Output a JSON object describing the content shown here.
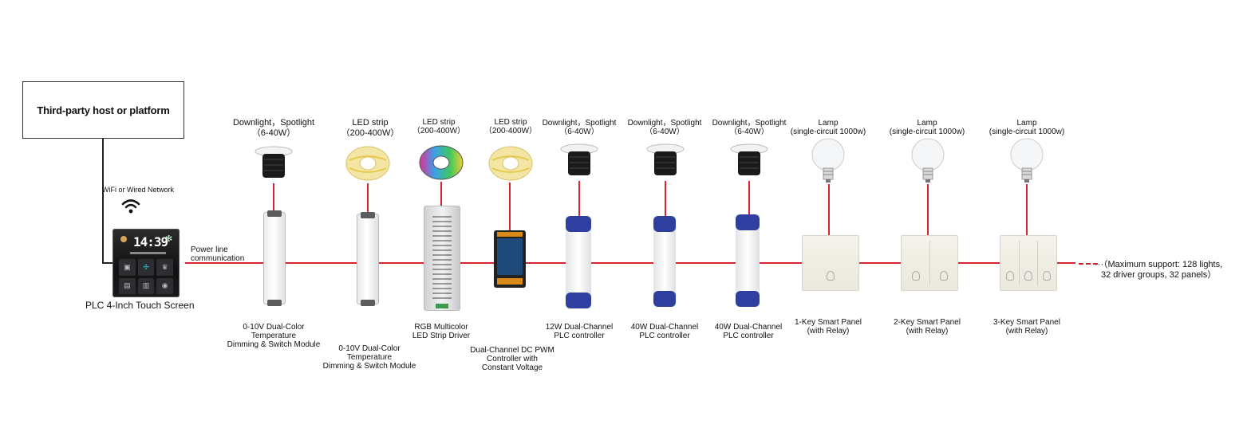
{
  "host": {
    "title": "Third-party host or platform"
  },
  "network": {
    "label": "WiFi or Wired Network",
    "icon": "wifi-icon"
  },
  "touch_screen": {
    "label": "PLC 4-Inch Touch Screen",
    "clock": "14:39"
  },
  "bus": {
    "label_line1": "Power line",
    "label_line2": "communication",
    "color": "#d9232e"
  },
  "devices": [
    {
      "id": "d1",
      "load": [
        "Downlight，Spotlight",
        "（6-40W）"
      ],
      "driver": [
        "0-10V Dual-Color",
        "Temperature",
        "Dimming & Switch Module"
      ]
    },
    {
      "id": "d2",
      "load": [
        "LED strip",
        "（200-400W）"
      ],
      "driver": [
        "0-10V Dual-Color",
        "Temperature",
        "Dimming & Switch Module"
      ]
    },
    {
      "id": "d3",
      "load": [
        "LED strip",
        "（200-400W）"
      ],
      "driver": [
        "RGB Multicolor",
        "LED Strip Driver"
      ]
    },
    {
      "id": "d4",
      "load": [
        "LED strip",
        "（200-400W）"
      ],
      "driver": [
        "Dual-Channel DC PWM",
        "Controller with",
        "Constant Voltage"
      ]
    },
    {
      "id": "d5",
      "load": [
        "Downlight，Spotlight",
        "（6-40W）"
      ],
      "driver": [
        "12W Dual-Channel",
        "PLC controller"
      ]
    },
    {
      "id": "d6",
      "load": [
        "Downlight，Spotlight",
        "（6-40W）"
      ],
      "driver": [
        "40W Dual-Channel",
        "PLC controller"
      ]
    },
    {
      "id": "d7",
      "load": [
        "Downlight，Spotlight",
        "（6-40W）"
      ],
      "driver": [
        "40W Dual-Channel",
        "PLC controller"
      ]
    },
    {
      "id": "d8",
      "load": [
        "Lamp",
        "(single-circuit 1000w)"
      ],
      "driver": [
        "1-Key  Smart Panel",
        "(with Relay)"
      ]
    },
    {
      "id": "d9",
      "load": [
        "Lamp",
        "(single-circuit 1000w)"
      ],
      "driver": [
        "2-Key  Smart Panel",
        "(with Relay)"
      ]
    },
    {
      "id": "d10",
      "load": [
        "Lamp",
        "(single-circuit 1000w)"
      ],
      "driver": [
        "3-Key  Smart Panel",
        "(with Relay)"
      ]
    }
  ],
  "max_support": {
    "line1": "···（Maximum support: 128 lights,",
    "line2": "32 driver groups, 32 panels）"
  },
  "colors": {
    "line_red": "#d9232e",
    "controller_blue": "#2e3fa0"
  }
}
